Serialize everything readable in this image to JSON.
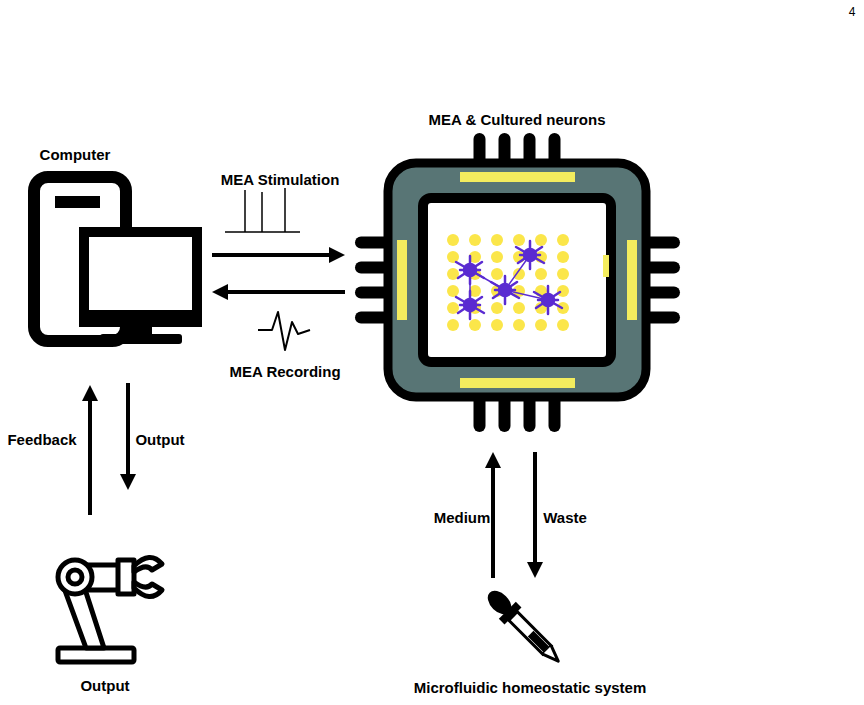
{
  "diagram": {
    "nodes": [
      {
        "text": [
          "Computer"
        ]
      },
      {
        "text": [
          "MEA & Cultured neurons"
        ]
      },
      {
        "text": [
          "Output"
        ]
      },
      {
        "text": [
          "Microfluidic homeostatic system"
        ]
      }
    ],
    "edges": [
      {
        "from": 0,
        "to": 1,
        "label": "MEA Stimulation",
        "arrow": "to"
      },
      {
        "from": 1,
        "to": 0,
        "label": "MEA Recording",
        "arrow": "to"
      },
      {
        "from": 0,
        "to": 2,
        "label": "Output",
        "arrow": "to"
      },
      {
        "from": 2,
        "to": 0,
        "label": "Feedback",
        "arrow": "to"
      },
      {
        "from": 3,
        "to": 1,
        "label": "Medium",
        "arrow": "to"
      },
      {
        "from": 1,
        "to": 3,
        "label": "Waste",
        "arrow": "to"
      }
    ],
    "labels": [
      "4"
    ]
  }
}
